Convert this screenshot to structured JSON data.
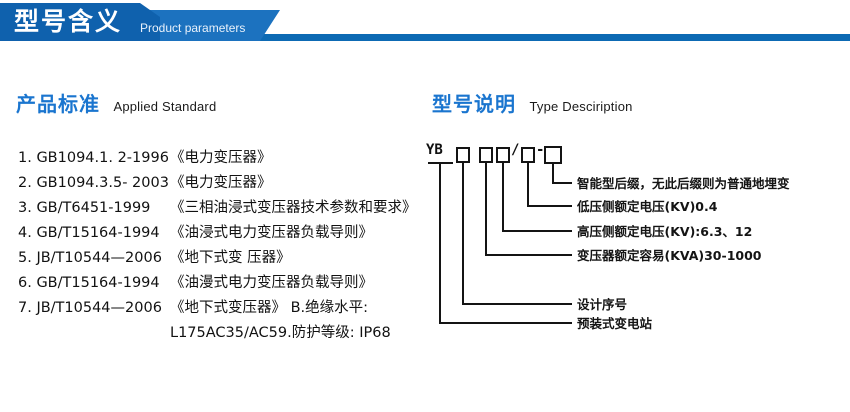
{
  "banner": {
    "title_cn": "型号含义",
    "title_en": "Product parameters",
    "bar_color": "#0d6ab4",
    "dark_color": "#0f61ad",
    "mid_color": "#1c72bf"
  },
  "sections": {
    "left": {
      "title_cn": "产品标准",
      "title_en": "Applied Standard",
      "accent_color": "#1a75cf",
      "items": [
        {
          "code": "1. GB1094.1. 2-1996",
          "name": "《电力变压器》",
          "continuation": ""
        },
        {
          "code": "2. GB1094.3.5- 2003",
          "name": "《电力变压器》",
          "continuation": ""
        },
        {
          "code": "3. GB/T6451-1999",
          "name": "《三相油浸式变压器技术参数和要求》",
          "continuation": ""
        },
        {
          "code": "4. GB/T15164-1994",
          "name": "《油浸式电力变压器负载导则》",
          "continuation": ""
        },
        {
          "code": "5. JB/T10544—2006",
          "name": "《地下式变 压器》",
          "continuation": ""
        },
        {
          "code": "6. GB/T15164-1994",
          "name": "《油漫式电力变压器负载导则》",
          "continuation": ""
        },
        {
          "code": "7. JB/T10544—2006",
          "name": "《地下式变压器》 B.绝缘水平:",
          "continuation": "L175AC35/AC59.防护等级: IP68"
        }
      ]
    },
    "right": {
      "title_cn": "型号说明",
      "title_en": "Type Desciription",
      "accent_color": "#1a75cf",
      "code_parts": {
        "yb": "YB",
        "slash": "/",
        "dash": "-"
      },
      "annotations": [
        {
          "id": "smart-suffix",
          "text": "智能型后缀，无此后缀则为普通地埋变"
        },
        {
          "id": "lv-voltage",
          "text": "低压侧额定电压(KV)0.4"
        },
        {
          "id": "hv-voltage",
          "text": "高压侧额定电压(KV):6.3、12"
        },
        {
          "id": "rated-capacity",
          "text": "变压器额定容易(KVA)30-1000"
        },
        {
          "id": "design-serial",
          "text": "设计序号"
        },
        {
          "id": "prefab-substation",
          "text": "预装式变电站"
        }
      ]
    }
  }
}
